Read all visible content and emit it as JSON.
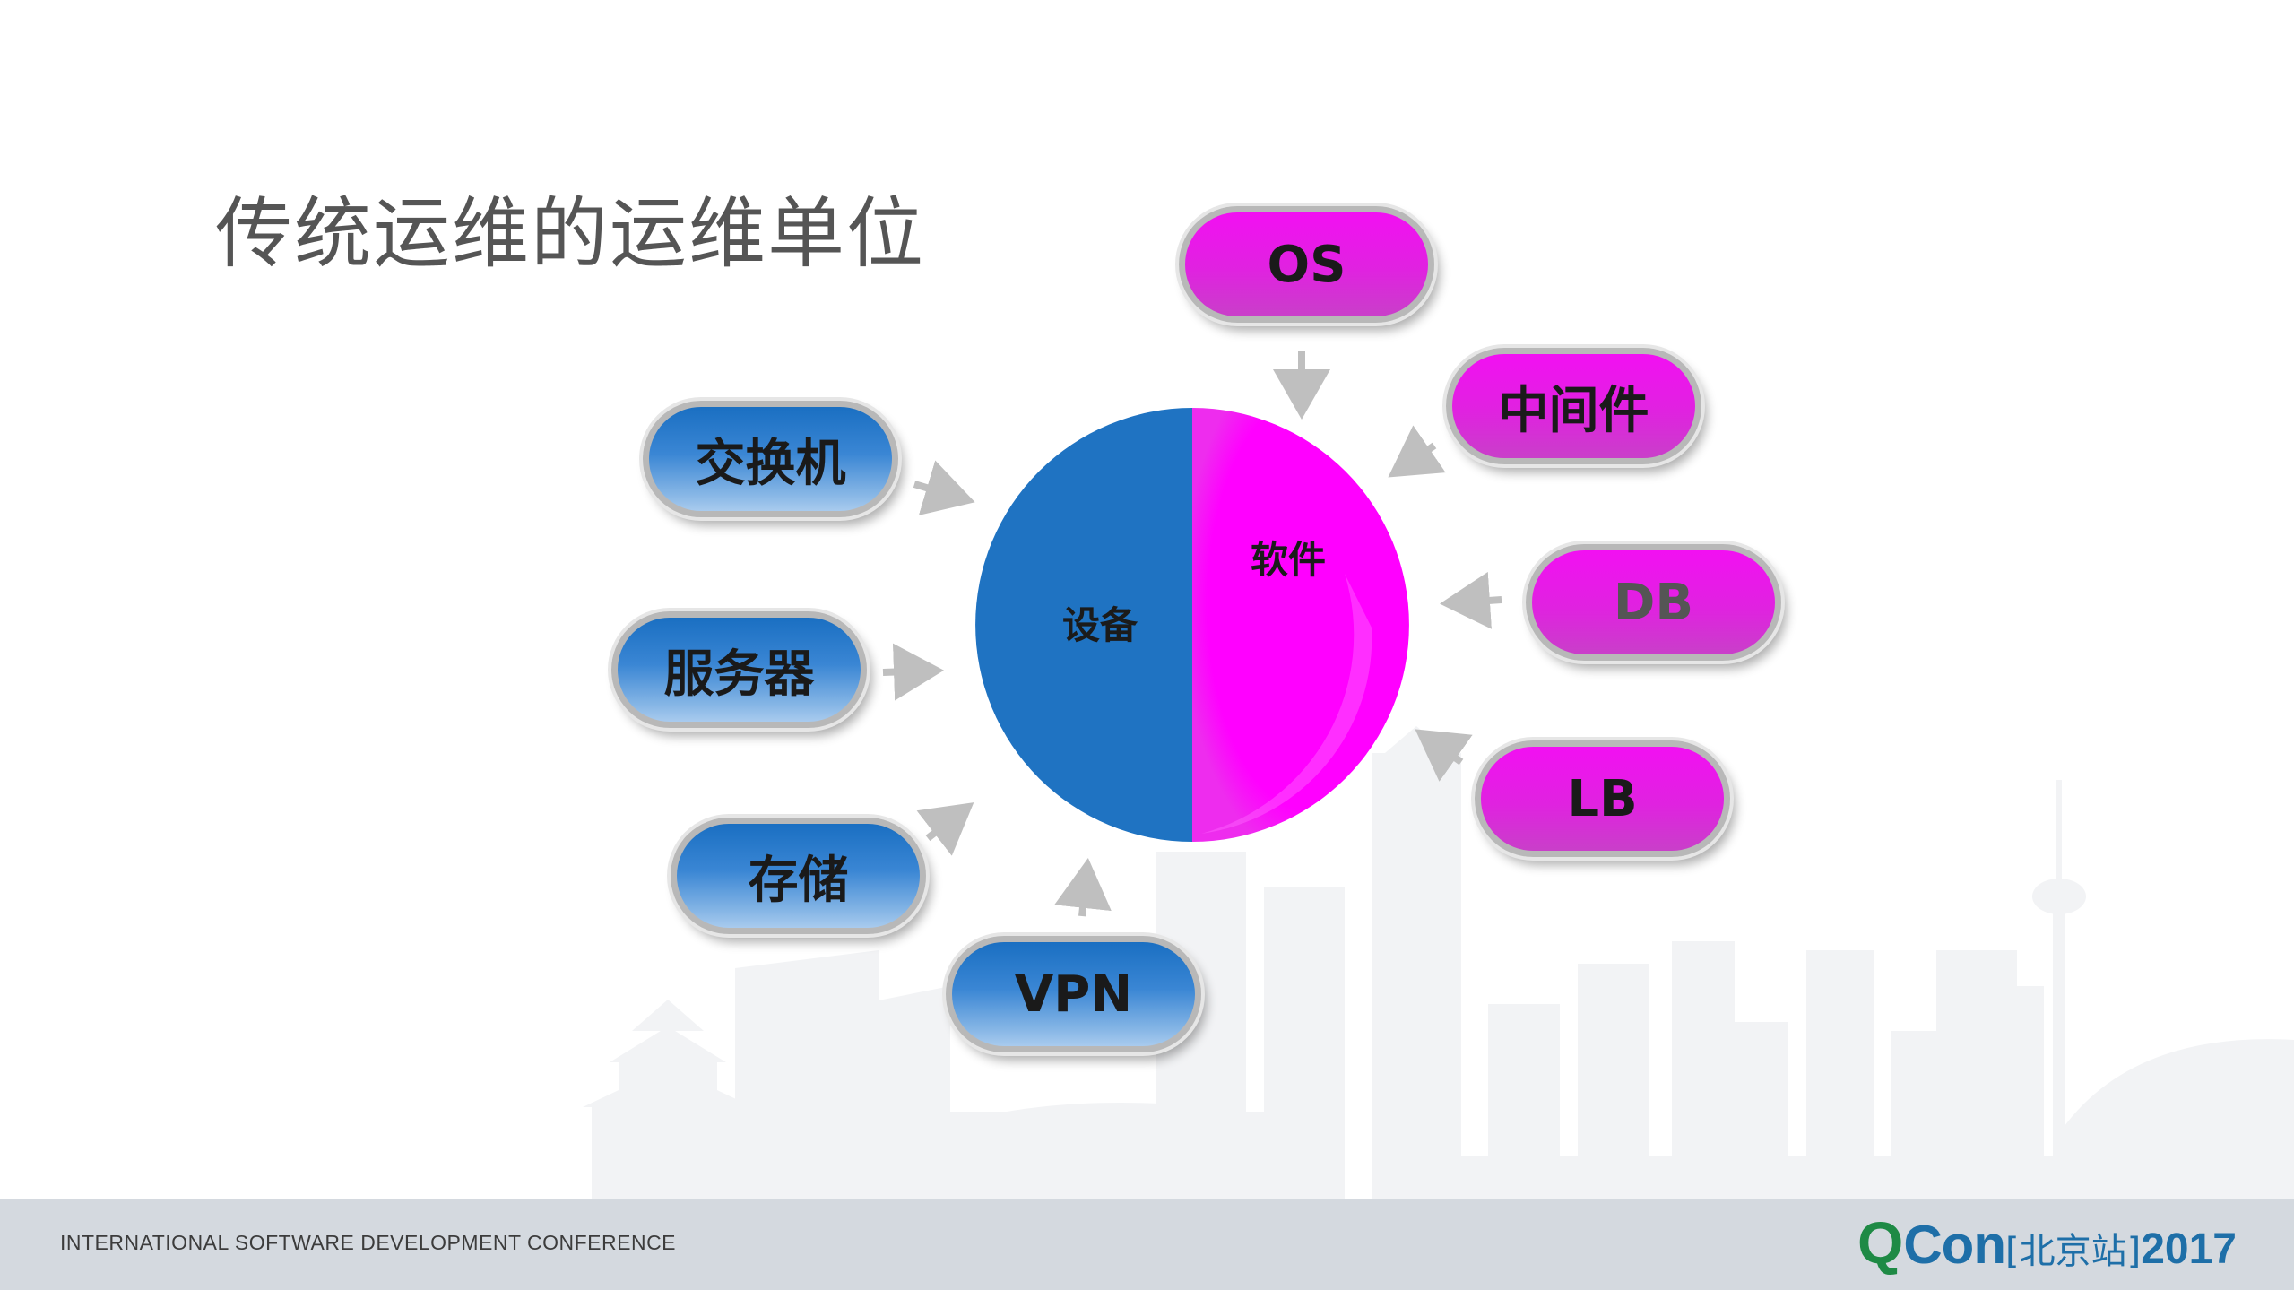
{
  "slide": {
    "title": "传统运维的运维单位"
  },
  "pie": {
    "segments": [
      {
        "label": "设备",
        "color": "#1f73c2"
      },
      {
        "label": "软件",
        "color": "#ff00ff"
      }
    ]
  },
  "devices": [
    {
      "label": "交换机"
    },
    {
      "label": "服务器"
    },
    {
      "label": "存储"
    },
    {
      "label": "VPN"
    }
  ],
  "software": [
    {
      "label": "OS"
    },
    {
      "label": "中间件"
    },
    {
      "label": "DB"
    },
    {
      "label": "LB"
    }
  ],
  "footer": {
    "conference": "INTERNATIONAL SOFTWARE DEVELOPMENT CONFERENCE",
    "logo_q": "Q",
    "logo_con": "Con",
    "logo_city": "[北京站]",
    "logo_year": "2017"
  },
  "colors": {
    "device_blue": "#1f73c2",
    "software_magenta": "#ff00ff",
    "arrow_gray": "#bfbfbf",
    "footer_bg": "#d4d9df",
    "logo_green": "#1e8a45",
    "logo_blue": "#1e6fa8"
  }
}
